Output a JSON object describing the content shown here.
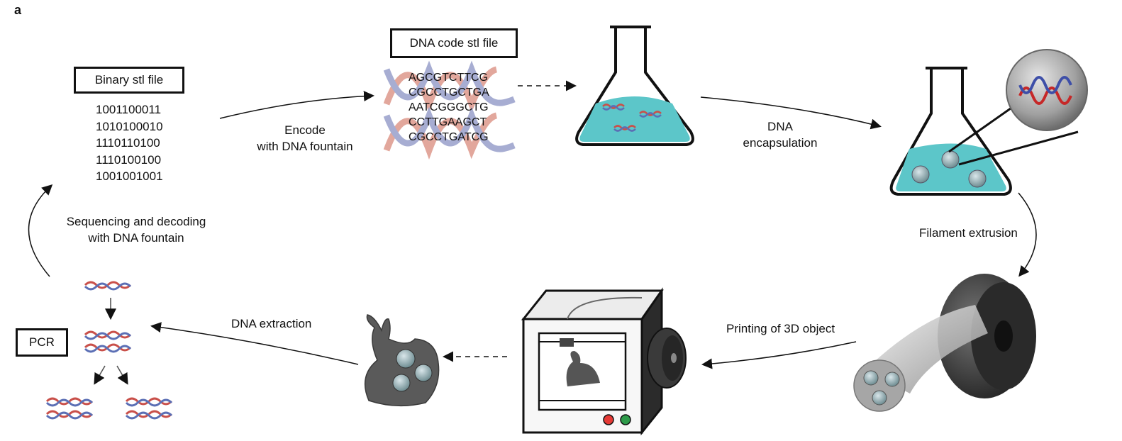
{
  "panel_letter": "a",
  "boxes": {
    "binary": "Binary stl file",
    "dna_code": "DNA code stl file",
    "pcr": "PCR"
  },
  "binary_lines": [
    "1001100011",
    "1010100010",
    "1110110100",
    "1110100100",
    "1001001001"
  ],
  "dna_sequences": [
    "AGCGTCTTCG",
    "CGCCTGCTGA",
    "AATCGGGCTG",
    "CCTTGAAGCT",
    "CGCCTGATCG"
  ],
  "steps": {
    "encode_line1": "Encode",
    "encode_line2": "with DNA fountain",
    "encap_line1": "DNA",
    "encap_line2": "encapsulation",
    "filament": "Filament extrusion",
    "printing": "Printing of 3D object",
    "extraction": "DNA extraction",
    "seq_line1": "Sequencing and decoding",
    "seq_line2": "with DNA fountain"
  },
  "colors": {
    "liquid": "#5cc6c9",
    "dna_red": "#c9504a",
    "dna_blue": "#5b6fb5",
    "gray_object": "#555555",
    "button_red": "#e53935",
    "button_green": "#2e9b4a"
  }
}
